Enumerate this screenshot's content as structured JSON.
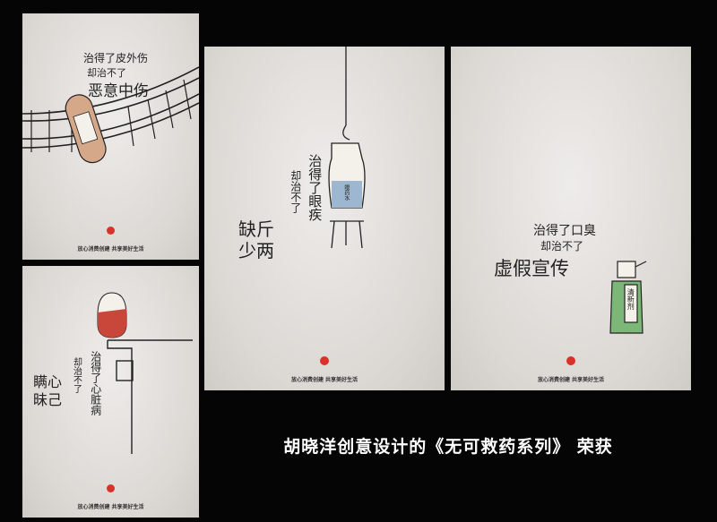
{
  "posters": [
    {
      "line1": "治得了皮外伤",
      "line2": "却治不了",
      "line3": "恶意中伤",
      "slogan": "放心消费创建 共享美好生活"
    },
    {
      "line1": "治得了心脏病",
      "line2": "却治不了",
      "line3": "瞒心昧己",
      "slogan": "放心消费创建 共享美好生活"
    },
    {
      "line1": "治得了眼疾",
      "line2": "却治不了",
      "line3": "缺斤少两",
      "label": "眼药水",
      "slogan": "放心消费创建 共享美好生活"
    },
    {
      "line1": "治得了口臭",
      "line2": "却治不了",
      "line3": "虚假宣传",
      "label": "清新剂",
      "slogan": "放心消费创建 共享美好生活"
    }
  ],
  "caption": "胡晓洋创意设计的《无可救药系列》 荣获",
  "colors": {
    "background": "#050505",
    "seal": "#d8332a",
    "pill_red": "#c8463a",
    "bottle_green": "#6fae6a"
  }
}
